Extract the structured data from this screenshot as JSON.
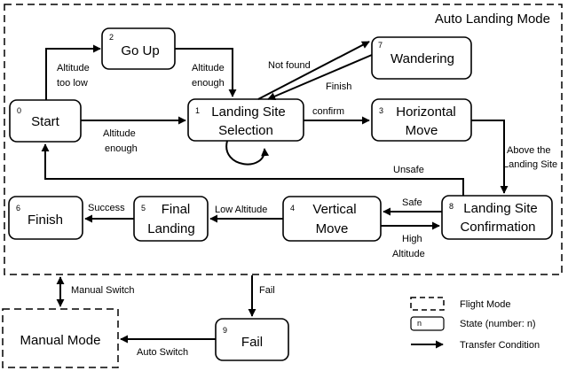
{
  "auto_mode": {
    "title": "Auto Landing Mode"
  },
  "manual_mode": {
    "label": "Manual Mode"
  },
  "states": [
    {
      "id": "start",
      "num": "0",
      "lines": [
        "Start"
      ]
    },
    {
      "id": "goup",
      "num": "2",
      "lines": [
        "Go Up"
      ]
    },
    {
      "id": "selection",
      "num": "1",
      "lines": [
        "Landing Site",
        "Selection"
      ]
    },
    {
      "id": "wandering",
      "num": "7",
      "lines": [
        "Wandering"
      ]
    },
    {
      "id": "horizontal",
      "num": "3",
      "lines": [
        "Horizontal",
        "Move"
      ]
    },
    {
      "id": "confirmation",
      "num": "8",
      "lines": [
        "Landing Site",
        "Confirmation"
      ]
    },
    {
      "id": "vertical",
      "num": "4",
      "lines": [
        "Vertical",
        "Move"
      ]
    },
    {
      "id": "final",
      "num": "5",
      "lines": [
        "Final",
        "Landing"
      ]
    },
    {
      "id": "finish",
      "num": "6",
      "lines": [
        "Finish"
      ]
    },
    {
      "id": "fail",
      "num": "9",
      "lines": [
        "Fail"
      ]
    }
  ],
  "transitions": [
    {
      "id": "start-goup",
      "from": "start",
      "to": "goup",
      "lines": [
        "Altitude",
        "too low"
      ]
    },
    {
      "id": "goup-selection",
      "from": "goup",
      "to": "selection",
      "lines": [
        "Altitude",
        "enough"
      ]
    },
    {
      "id": "start-selection",
      "from": "start",
      "to": "selection",
      "lines": [
        "Altitude",
        "enough"
      ]
    },
    {
      "id": "selection-wandering",
      "from": "selection",
      "to": "wandering",
      "lines": [
        "Not found"
      ]
    },
    {
      "id": "wandering-selection",
      "from": "wandering",
      "to": "selection",
      "lines": [
        "Finish"
      ]
    },
    {
      "id": "selection-horizontal",
      "from": "selection",
      "to": "horizontal",
      "lines": [
        "confirm"
      ]
    },
    {
      "id": "horizontal-confirmation",
      "from": "horizontal",
      "to": "confirmation",
      "lines": [
        "Above the",
        "Landing Site"
      ]
    },
    {
      "id": "confirmation-start",
      "from": "confirmation",
      "to": "start",
      "lines": [
        "Unsafe"
      ]
    },
    {
      "id": "confirmation-vertical",
      "from": "confirmation",
      "to": "vertical",
      "lines": [
        "Safe"
      ]
    },
    {
      "id": "vertical-confirmation",
      "from": "vertical",
      "to": "confirmation",
      "lines": [
        "High",
        "Altitude"
      ]
    },
    {
      "id": "vertical-final",
      "from": "vertical",
      "to": "final",
      "lines": [
        "Low Altitude"
      ]
    },
    {
      "id": "final-finish",
      "from": "final",
      "to": "finish",
      "lines": [
        "Success"
      ]
    },
    {
      "id": "auto-manual",
      "from": "auto",
      "to": "manual",
      "lines": [
        "Manual Switch"
      ]
    },
    {
      "id": "auto-fail",
      "from": "auto",
      "to": "fail",
      "lines": [
        "Fail"
      ]
    },
    {
      "id": "fail-manual",
      "from": "fail",
      "to": "manual",
      "lines": [
        "Auto Switch"
      ]
    }
  ],
  "legend": {
    "mode": "Flight Mode",
    "state_symbol": "n",
    "state": "State (number: n)",
    "transfer": "Transfer Condition"
  }
}
